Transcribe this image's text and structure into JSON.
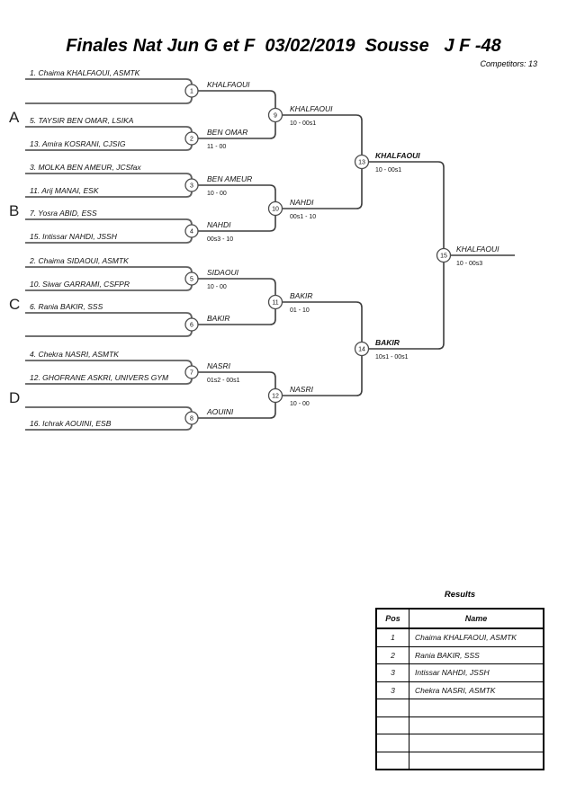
{
  "header": {
    "title": "Finales Nat Jun G et F  03/02/2019  Sousse   J F -48",
    "competitors": "Competitors: 13"
  },
  "groups": [
    {
      "label": "A"
    },
    {
      "label": "B"
    },
    {
      "label": "C"
    },
    {
      "label": "D"
    }
  ],
  "slots": [
    {
      "name": "1. Chaima KHALFAOUI, ASMTK"
    },
    {
      "name": ""
    },
    {
      "name": "5. TAYSIR BEN OMAR, LSIKA"
    },
    {
      "name": "13. Amira KOSRANI, CJSIG"
    },
    {
      "name": "3. MOLKA BEN AMEUR, JCSfax"
    },
    {
      "name": "11. Arij MANAI, ESK"
    },
    {
      "name": "7. Yosra ABID, ESS"
    },
    {
      "name": "15. Intissar NAHDI, JSSH"
    },
    {
      "name": "2. Chaima SIDAOUI, ASMTK"
    },
    {
      "name": "10. Siwar GARRAMI, CSFPR"
    },
    {
      "name": "6. Rania BAKIR, SSS"
    },
    {
      "name": ""
    },
    {
      "name": "4. Chekra NASRI, ASMTK"
    },
    {
      "name": "12. GHOFRANE ASKRI, UNIVERS GYM"
    },
    {
      "name": ""
    },
    {
      "name": "16. Ichrak AOUINI, ESB"
    }
  ],
  "matches": [
    {
      "n": "1",
      "winner": "KHALFAOUI",
      "score": ""
    },
    {
      "n": "2",
      "winner": "BEN OMAR",
      "score": "11 - 00"
    },
    {
      "n": "3",
      "winner": "BEN AMEUR",
      "score": "10 - 00"
    },
    {
      "n": "4",
      "winner": "NAHDI",
      "score": "00s3 - 10"
    },
    {
      "n": "5",
      "winner": "SIDAOUI",
      "score": "10 - 00"
    },
    {
      "n": "6",
      "winner": "BAKIR",
      "score": ""
    },
    {
      "n": "7",
      "winner": "NASRI",
      "score": "01s2 - 00s1"
    },
    {
      "n": "8",
      "winner": "AOUINI",
      "score": ""
    },
    {
      "n": "9",
      "winner": "KHALFAOUI",
      "score": "10 - 00s1"
    },
    {
      "n": "10",
      "winner": "NAHDI",
      "score": "00s1 - 10"
    },
    {
      "n": "11",
      "winner": "BAKIR",
      "score": "01 - 10"
    },
    {
      "n": "12",
      "winner": "NASRI",
      "score": "10 - 00"
    },
    {
      "n": "13",
      "winner": "KHALFAOUI",
      "score": "10 - 00s1"
    },
    {
      "n": "14",
      "winner": "BAKIR",
      "score": "10s1 - 00s1"
    },
    {
      "n": "15",
      "winner": "KHALFAOUI",
      "score": "10 - 00s3"
    }
  ],
  "results": {
    "title": "Results",
    "col_pos": "Pos",
    "col_name": "Name",
    "rows": [
      {
        "pos": "1",
        "name": "Chaima KHALFAOUI, ASMTK"
      },
      {
        "pos": "2",
        "name": "Rania BAKIR, SSS"
      },
      {
        "pos": "3",
        "name": "Intissar NAHDI, JSSH"
      },
      {
        "pos": "3",
        "name": "Chekra NASRI, ASMTK"
      },
      {
        "pos": "",
        "name": ""
      },
      {
        "pos": "",
        "name": ""
      },
      {
        "pos": "",
        "name": ""
      },
      {
        "pos": "",
        "name": ""
      }
    ]
  }
}
